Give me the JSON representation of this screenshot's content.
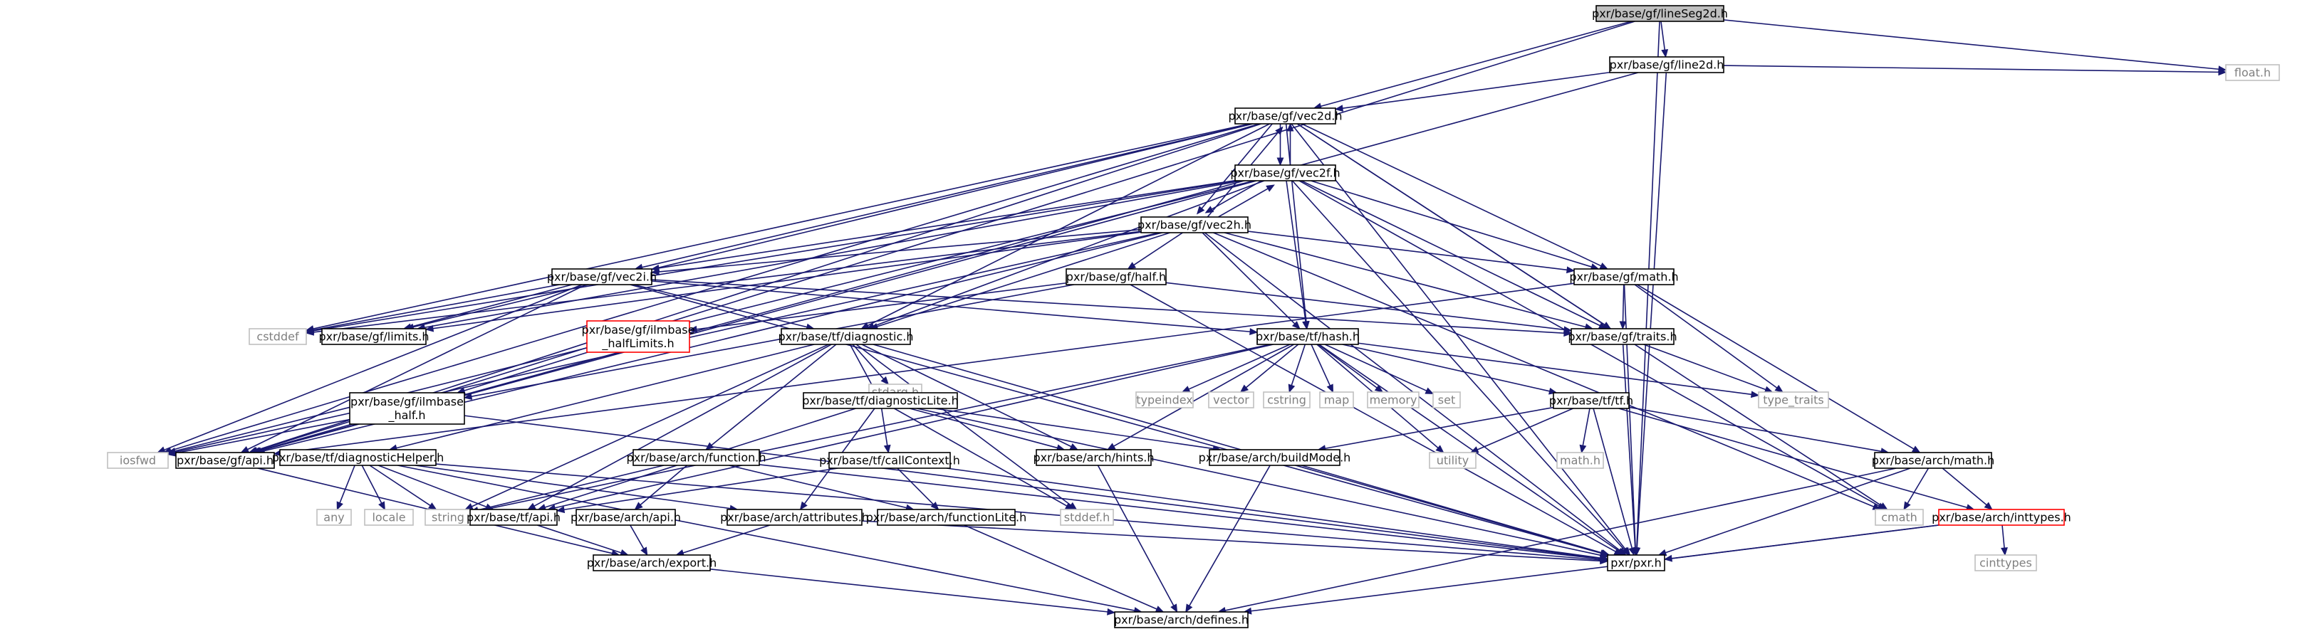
{
  "graph": {
    "colors": {
      "edge": "#191970",
      "node_border": "#000000",
      "node_text": "#000000",
      "root_fill": "#bfbfbf",
      "red_border": "#ff0000",
      "external_border": "#bfbfbf",
      "external_text": "#7f7f7f"
    },
    "nodes": [
      {
        "id": "lineseg2d",
        "label": "pxr/base/gf/lineSeg2d.h",
        "kind": "root"
      },
      {
        "id": "line2d",
        "label": "pxr/base/gf/line2d.h",
        "kind": "normal"
      },
      {
        "id": "floath",
        "label": "float.h",
        "kind": "external"
      },
      {
        "id": "vec2d",
        "label": "pxr/base/gf/vec2d.h",
        "kind": "normal"
      },
      {
        "id": "vec2f",
        "label": "pxr/base/gf/vec2f.h",
        "kind": "normal"
      },
      {
        "id": "vec2h",
        "label": "pxr/base/gf/vec2h.h",
        "kind": "normal"
      },
      {
        "id": "vec2i",
        "label": "pxr/base/gf/vec2i.h",
        "kind": "normal"
      },
      {
        "id": "half",
        "label": "pxr/base/gf/half.h",
        "kind": "normal"
      },
      {
        "id": "gfmath",
        "label": "pxr/base/gf/math.h",
        "kind": "normal"
      },
      {
        "id": "ilmhalflimits",
        "label": [
          "pxr/base/gf/ilmbase",
          "_halfLimits.h"
        ],
        "kind": "red"
      },
      {
        "id": "diagnostic",
        "label": "pxr/base/tf/diagnostic.h",
        "kind": "normal"
      },
      {
        "id": "tfhash",
        "label": "pxr/base/tf/hash.h",
        "kind": "normal"
      },
      {
        "id": "gftraits",
        "label": "pxr/base/gf/traits.h",
        "kind": "normal"
      },
      {
        "id": "cstddef",
        "label": "cstddef",
        "kind": "external"
      },
      {
        "id": "gflimits",
        "label": "pxr/base/gf/limits.h",
        "kind": "normal"
      },
      {
        "id": "ilmhalf",
        "label": [
          "pxr/base/gf/ilmbase",
          "_half.h"
        ],
        "kind": "normal"
      },
      {
        "id": "stdarg",
        "label": "stdarg.h",
        "kind": "external"
      },
      {
        "id": "diaglite",
        "label": "pxr/base/tf/diagnosticLite.h",
        "kind": "normal"
      },
      {
        "id": "typeindex",
        "label": "typeindex",
        "kind": "external"
      },
      {
        "id": "vector",
        "label": "vector",
        "kind": "external"
      },
      {
        "id": "cstring",
        "label": "cstring",
        "kind": "external"
      },
      {
        "id": "map",
        "label": "map",
        "kind": "external"
      },
      {
        "id": "memory",
        "label": "memory",
        "kind": "external"
      },
      {
        "id": "set",
        "label": "set",
        "kind": "external"
      },
      {
        "id": "typetraits",
        "label": "type_traits",
        "kind": "external"
      },
      {
        "id": "tftf",
        "label": "pxr/base/tf/tf.h",
        "kind": "normal"
      },
      {
        "id": "iosfwd",
        "label": "iosfwd",
        "kind": "external"
      },
      {
        "id": "gfapi",
        "label": "pxr/base/gf/api.h",
        "kind": "normal"
      },
      {
        "id": "diaghelper",
        "label": "pxr/base/tf/diagnosticHelper.h",
        "kind": "normal"
      },
      {
        "id": "archfunction",
        "label": "pxr/base/arch/function.h",
        "kind": "normal"
      },
      {
        "id": "callcontext",
        "label": "pxr/base/tf/callContext.h",
        "kind": "normal"
      },
      {
        "id": "archhints",
        "label": "pxr/base/arch/hints.h",
        "kind": "normal"
      },
      {
        "id": "buildmode",
        "label": "pxr/base/arch/buildMode.h",
        "kind": "normal"
      },
      {
        "id": "utility",
        "label": "utility",
        "kind": "external"
      },
      {
        "id": "mathh",
        "label": "math.h",
        "kind": "external"
      },
      {
        "id": "archmath",
        "label": "pxr/base/arch/math.h",
        "kind": "normal"
      },
      {
        "id": "any",
        "label": "any",
        "kind": "external"
      },
      {
        "id": "locale",
        "label": "locale",
        "kind": "external"
      },
      {
        "id": "string",
        "label": "string",
        "kind": "external"
      },
      {
        "id": "tfapi",
        "label": "pxr/base/tf/api.h",
        "kind": "normal"
      },
      {
        "id": "archapi",
        "label": "pxr/base/arch/api.h",
        "kind": "normal"
      },
      {
        "id": "archattributes",
        "label": "pxr/base/arch/attributes.h",
        "kind": "normal"
      },
      {
        "id": "functionlite",
        "label": "pxr/base/arch/functionLite.h",
        "kind": "normal"
      },
      {
        "id": "stddef",
        "label": "stddef.h",
        "kind": "external"
      },
      {
        "id": "cmath",
        "label": "cmath",
        "kind": "external"
      },
      {
        "id": "inttypes",
        "label": "pxr/base/arch/inttypes.h",
        "kind": "red"
      },
      {
        "id": "cinttypes",
        "label": "cinttypes",
        "kind": "external"
      },
      {
        "id": "archexport",
        "label": "pxr/base/arch/export.h",
        "kind": "normal"
      },
      {
        "id": "pxrh",
        "label": "pxr/pxr.h",
        "kind": "normal"
      },
      {
        "id": "archdefines",
        "label": "pxr/base/arch/defines.h",
        "kind": "normal"
      }
    ],
    "edges": [
      [
        "lineseg2d",
        "line2d"
      ],
      [
        "lineseg2d",
        "vec2d"
      ],
      [
        "lineseg2d",
        "floath"
      ],
      [
        "lineseg2d",
        "gfapi"
      ],
      [
        "lineseg2d",
        "pxrh"
      ],
      [
        "line2d",
        "vec2d"
      ],
      [
        "line2d",
        "floath"
      ],
      [
        "line2d",
        "gfapi"
      ],
      [
        "line2d",
        "pxrh"
      ],
      [
        "vec2d",
        "vec2f"
      ],
      [
        "vec2d",
        "vec2h"
      ],
      [
        "vec2d",
        "vec2i"
      ],
      [
        "vec2d",
        "gfmath"
      ],
      [
        "vec2d",
        "diagnostic"
      ],
      [
        "vec2d",
        "tfhash"
      ],
      [
        "vec2d",
        "gftraits"
      ],
      [
        "vec2d",
        "cstddef"
      ],
      [
        "vec2d",
        "gflimits"
      ],
      [
        "vec2d",
        "iosfwd"
      ],
      [
        "vec2d",
        "gfapi"
      ],
      [
        "vec2d",
        "cmath"
      ],
      [
        "vec2d",
        "pxrh"
      ],
      [
        "vec2f",
        "vec2d"
      ],
      [
        "vec2f",
        "vec2h"
      ],
      [
        "vec2f",
        "vec2i"
      ],
      [
        "vec2f",
        "gfmath"
      ],
      [
        "vec2f",
        "diagnostic"
      ],
      [
        "vec2f",
        "tfhash"
      ],
      [
        "vec2f",
        "gftraits"
      ],
      [
        "vec2f",
        "cstddef"
      ],
      [
        "vec2f",
        "gflimits"
      ],
      [
        "vec2f",
        "iosfwd"
      ],
      [
        "vec2f",
        "gfapi"
      ],
      [
        "vec2f",
        "cmath"
      ],
      [
        "vec2f",
        "pxrh"
      ],
      [
        "vec2h",
        "vec2d"
      ],
      [
        "vec2h",
        "vec2f"
      ],
      [
        "vec2h",
        "vec2i"
      ],
      [
        "vec2h",
        "half"
      ],
      [
        "vec2h",
        "gfmath"
      ],
      [
        "vec2h",
        "diagnostic"
      ],
      [
        "vec2h",
        "tfhash"
      ],
      [
        "vec2h",
        "gftraits"
      ],
      [
        "vec2h",
        "cstddef"
      ],
      [
        "vec2h",
        "gflimits"
      ],
      [
        "vec2h",
        "iosfwd"
      ],
      [
        "vec2h",
        "gfapi"
      ],
      [
        "vec2h",
        "cmath"
      ],
      [
        "vec2h",
        "pxrh"
      ],
      [
        "vec2i",
        "diagnostic"
      ],
      [
        "vec2i",
        "tfhash"
      ],
      [
        "vec2i",
        "gftraits"
      ],
      [
        "vec2i",
        "cstddef"
      ],
      [
        "vec2i",
        "gflimits"
      ],
      [
        "vec2i",
        "iosfwd"
      ],
      [
        "vec2i",
        "gfapi"
      ],
      [
        "vec2i",
        "pxrh"
      ],
      [
        "half",
        "ilmhalflimits"
      ],
      [
        "half",
        "ilmhalf"
      ],
      [
        "half",
        "gftraits"
      ],
      [
        "half",
        "pxrh"
      ],
      [
        "gfmath",
        "gftraits"
      ],
      [
        "gfmath",
        "archmath"
      ],
      [
        "gfmath",
        "typetraits"
      ],
      [
        "gfmath",
        "gfapi"
      ],
      [
        "gfmath",
        "pxrh"
      ],
      [
        "ilmhalflimits",
        "ilmhalf"
      ],
      [
        "ilmhalf",
        "gfapi"
      ],
      [
        "ilmhalf",
        "iosfwd"
      ],
      [
        "ilmhalf",
        "pxrh"
      ],
      [
        "gftraits",
        "typetraits"
      ],
      [
        "gftraits",
        "pxrh"
      ],
      [
        "diagnostic",
        "diaglite"
      ],
      [
        "diagnostic",
        "stdarg"
      ],
      [
        "diagnostic",
        "diaghelper"
      ],
      [
        "diagnostic",
        "archfunction"
      ],
      [
        "diagnostic",
        "archhints"
      ],
      [
        "diagnostic",
        "string"
      ],
      [
        "diagnostic",
        "tfapi"
      ],
      [
        "diagnostic",
        "stddef"
      ],
      [
        "diagnostic",
        "pxrh"
      ],
      [
        "tfhash",
        "typeindex"
      ],
      [
        "tfhash",
        "vector"
      ],
      [
        "tfhash",
        "cstring"
      ],
      [
        "tfhash",
        "map"
      ],
      [
        "tfhash",
        "memory"
      ],
      [
        "tfhash",
        "set"
      ],
      [
        "tfhash",
        "typetraits"
      ],
      [
        "tfhash",
        "tftf"
      ],
      [
        "tfhash",
        "utility"
      ],
      [
        "tfhash",
        "string"
      ],
      [
        "tfhash",
        "tfapi"
      ],
      [
        "tfhash",
        "archhints"
      ],
      [
        "tfhash",
        "pxrh"
      ],
      [
        "diaglite",
        "callcontext"
      ],
      [
        "diaglite",
        "archattributes"
      ],
      [
        "diaglite",
        "buildmode"
      ],
      [
        "diaglite",
        "archhints"
      ],
      [
        "diaglite",
        "tfapi"
      ],
      [
        "diaglite",
        "stddef"
      ],
      [
        "diaglite",
        "pxrh"
      ],
      [
        "tftf",
        "buildmode"
      ],
      [
        "tftf",
        "utility"
      ],
      [
        "tftf",
        "mathh"
      ],
      [
        "tftf",
        "archmath"
      ],
      [
        "tftf",
        "inttypes"
      ],
      [
        "tftf",
        "pxrh"
      ],
      [
        "gfapi",
        "archexport"
      ],
      [
        "diaghelper",
        "any"
      ],
      [
        "diaghelper",
        "locale"
      ],
      [
        "diaghelper",
        "string"
      ],
      [
        "diaghelper",
        "tfapi"
      ],
      [
        "diaghelper",
        "archattributes"
      ],
      [
        "diaghelper",
        "archdefines"
      ],
      [
        "diaghelper",
        "pxrh"
      ],
      [
        "archfunction",
        "archapi"
      ],
      [
        "archfunction",
        "functionlite"
      ],
      [
        "archfunction",
        "string"
      ],
      [
        "archfunction",
        "pxrh"
      ],
      [
        "callcontext",
        "functionlite"
      ],
      [
        "callcontext",
        "tfapi"
      ],
      [
        "callcontext",
        "pxrh"
      ],
      [
        "archhints",
        "archdefines"
      ],
      [
        "buildmode",
        "archdefines"
      ],
      [
        "buildmode",
        "pxrh"
      ],
      [
        "archmath",
        "inttypes"
      ],
      [
        "archmath",
        "cmath"
      ],
      [
        "archmath",
        "archdefines"
      ],
      [
        "archmath",
        "pxrh"
      ],
      [
        "tfapi",
        "archexport"
      ],
      [
        "archapi",
        "archexport"
      ],
      [
        "archattributes",
        "archexport"
      ],
      [
        "archattributes",
        "pxrh"
      ],
      [
        "functionlite",
        "archdefines"
      ],
      [
        "inttypes",
        "cinttypes"
      ],
      [
        "inttypes",
        "archdefines"
      ],
      [
        "inttypes",
        "pxrh"
      ],
      [
        "archexport",
        "archdefines"
      ]
    ]
  }
}
